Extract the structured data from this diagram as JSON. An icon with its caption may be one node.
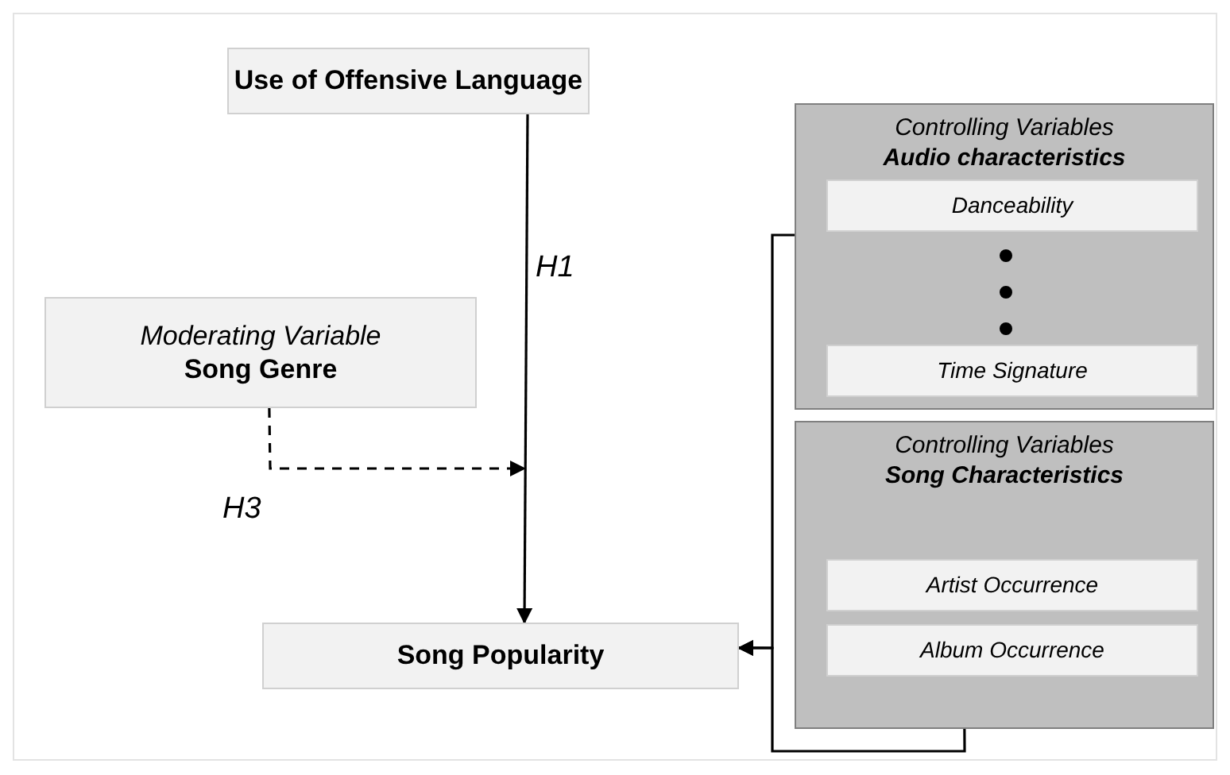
{
  "diagram": {
    "nodes": [
      {
        "text": [
          "Use of Offensive Language"
        ]
      },
      {
        "text": [
          "Moderating Variable",
          "Song Genre"
        ]
      },
      {
        "text": [
          "Song Popularity"
        ]
      },
      {
        "text": [
          "Controlling Variables",
          "Audio characteristics"
        ]
      },
      {
        "text": [
          "Danceability"
        ],
        "in": 3
      },
      {
        "text": [
          "Time Signature"
        ],
        "in": 3
      },
      {
        "text": [
          "Controlling Variables",
          "Song Characteristics"
        ]
      },
      {
        "text": [
          "Artist Occurrence"
        ],
        "in": 6
      },
      {
        "text": [
          "Album Occurrence"
        ],
        "in": 6
      }
    ],
    "edges": [
      {
        "from": 0,
        "to": 2,
        "arrow": "to",
        "label": "H1"
      },
      {
        "from": 1,
        "to": null,
        "arrow": "to",
        "label": "H3",
        "style": "dashed"
      },
      {
        "from": 3,
        "to": 2,
        "arrow": "to"
      },
      {
        "from": 6,
        "to": 2,
        "arrow": "to"
      }
    ]
  }
}
